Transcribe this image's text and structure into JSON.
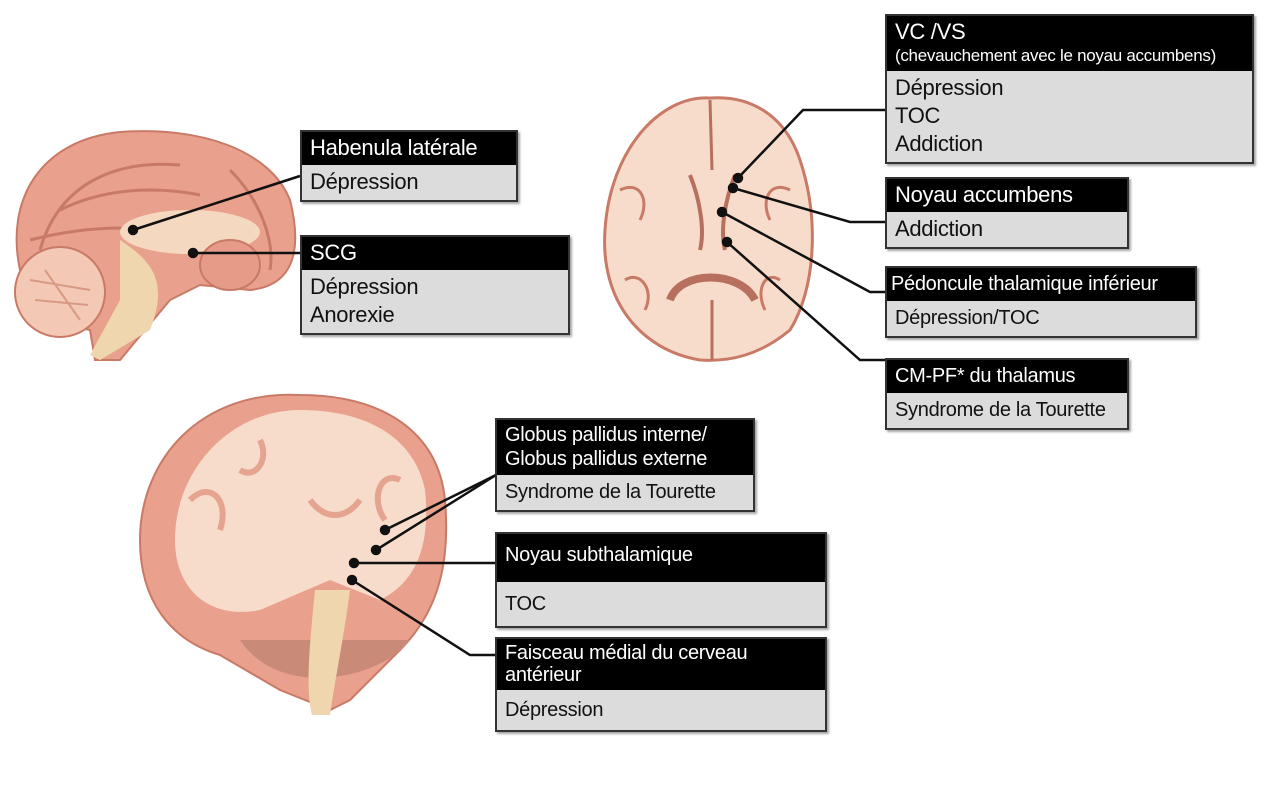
{
  "colors": {
    "header_bg": "#000000",
    "header_text": "#ffffff",
    "body_bg": "#dcdcdc",
    "body_text": "#111111",
    "brain_pink": "#e9a08d",
    "brain_light": "#f7dccb",
    "brainstem": "#efd6ae"
  },
  "views": {
    "sagittal": {
      "labels": [
        {
          "title": "Habenula latérale",
          "subtitle": null,
          "conditions": [
            "Dépression"
          ]
        },
        {
          "title": "SCG",
          "subtitle": null,
          "conditions": [
            "Dépression",
            "Anorexie"
          ]
        }
      ]
    },
    "axial": {
      "labels": [
        {
          "title": "VC /VS",
          "subtitle": "(chevauchement avec le noyau accumbens)",
          "conditions": [
            "Dépression",
            "TOC",
            "Addiction"
          ]
        },
        {
          "title": "Noyau accumbens",
          "subtitle": null,
          "conditions": [
            "Addiction"
          ]
        },
        {
          "title": "Pédoncule thalamique inférieur",
          "subtitle": null,
          "conditions": [
            "Dépression/TOC"
          ]
        },
        {
          "title": "CM-PF* du  thalamus",
          "subtitle": null,
          "conditions": [
            "Syndrome de la Tourette"
          ]
        }
      ]
    },
    "coronal": {
      "labels": [
        {
          "title": "Globus pallidus interne/",
          "title2": "Globus pallidus externe",
          "conditions": [
            "Syndrome de la Tourette"
          ]
        },
        {
          "title": "Noyau subthalamique",
          "subtitle": null,
          "conditions": [
            "TOC"
          ]
        },
        {
          "title": "Faisceau médial du cerveau",
          "title2": "antérieur",
          "conditions": [
            "Dépression"
          ]
        }
      ]
    }
  }
}
